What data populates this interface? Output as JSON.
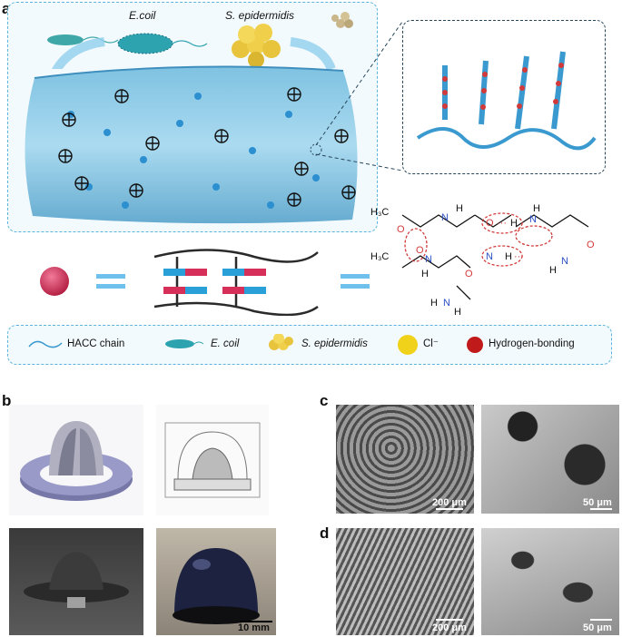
{
  "panel_a": {
    "letter": "a",
    "bacteria_labels": {
      "ecoli": "E.coil",
      "sepi": "S. epidermidis"
    },
    "chem_labels": {
      "h3c_top": "H₃C",
      "h3c_bot": "H₃C",
      "o": "O",
      "n": "N",
      "h": "H",
      "hbond": "···"
    },
    "legend": {
      "hacc": "HACC chain",
      "ecoli": "E. coil",
      "sepi": "S. epidermidis",
      "cl": "Cl⁻",
      "hbond": "Hydrogen-bonding"
    }
  },
  "panel_b": {
    "letter": "b",
    "scale": "10 mm"
  },
  "panel_c": {
    "letter": "c",
    "scale_left": "200 μm",
    "scale_right": "50 μm"
  },
  "panel_d": {
    "letter": "d",
    "scale_left": "200 μm",
    "scale_right": "50 μm"
  }
}
